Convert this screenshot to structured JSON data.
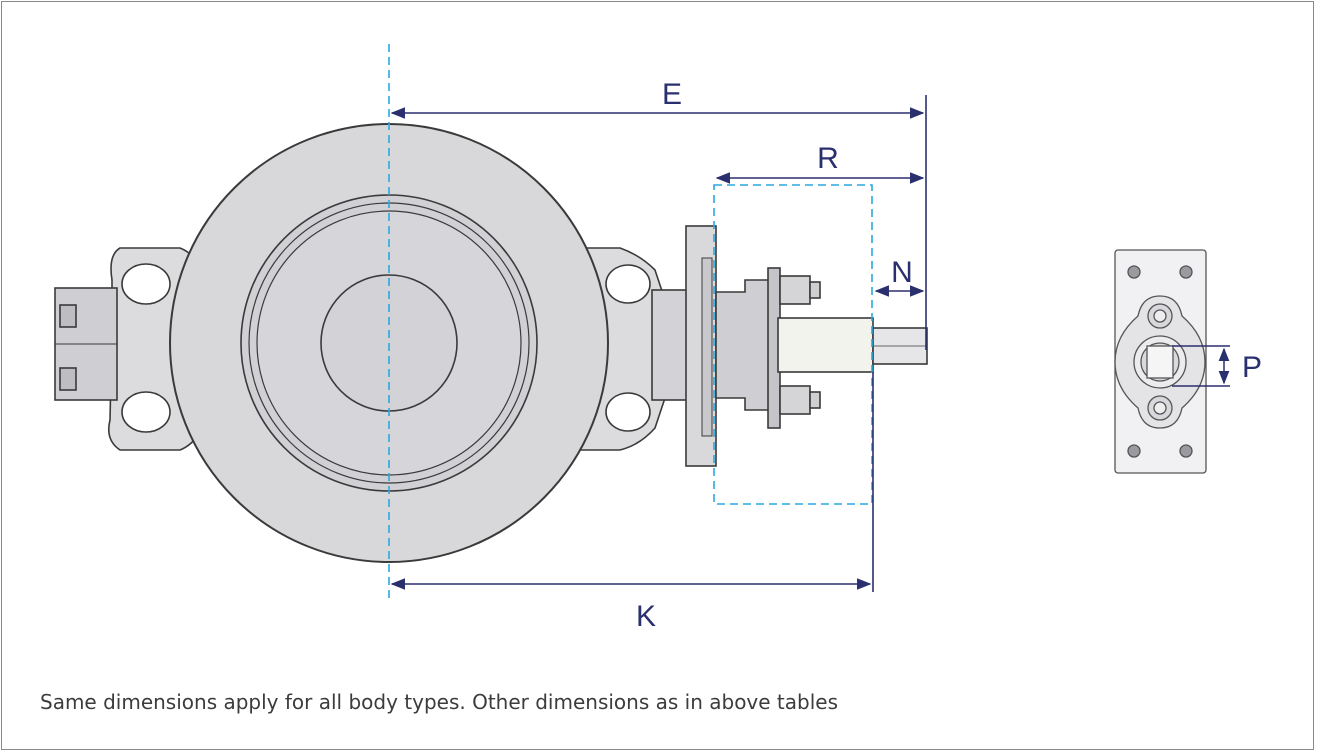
{
  "dimensions": {
    "e_label": "E",
    "r_label": "R",
    "n_label": "N",
    "k_label": "K",
    "p_label": "P"
  },
  "note": "Same dimensions apply for all body types. Other dimensions as in above tables",
  "colors": {
    "dimension_line": "#2a2f6e",
    "centerline": "#29a8e0",
    "body_fill": "#d8d8db",
    "outline": "#3a3a3a"
  }
}
